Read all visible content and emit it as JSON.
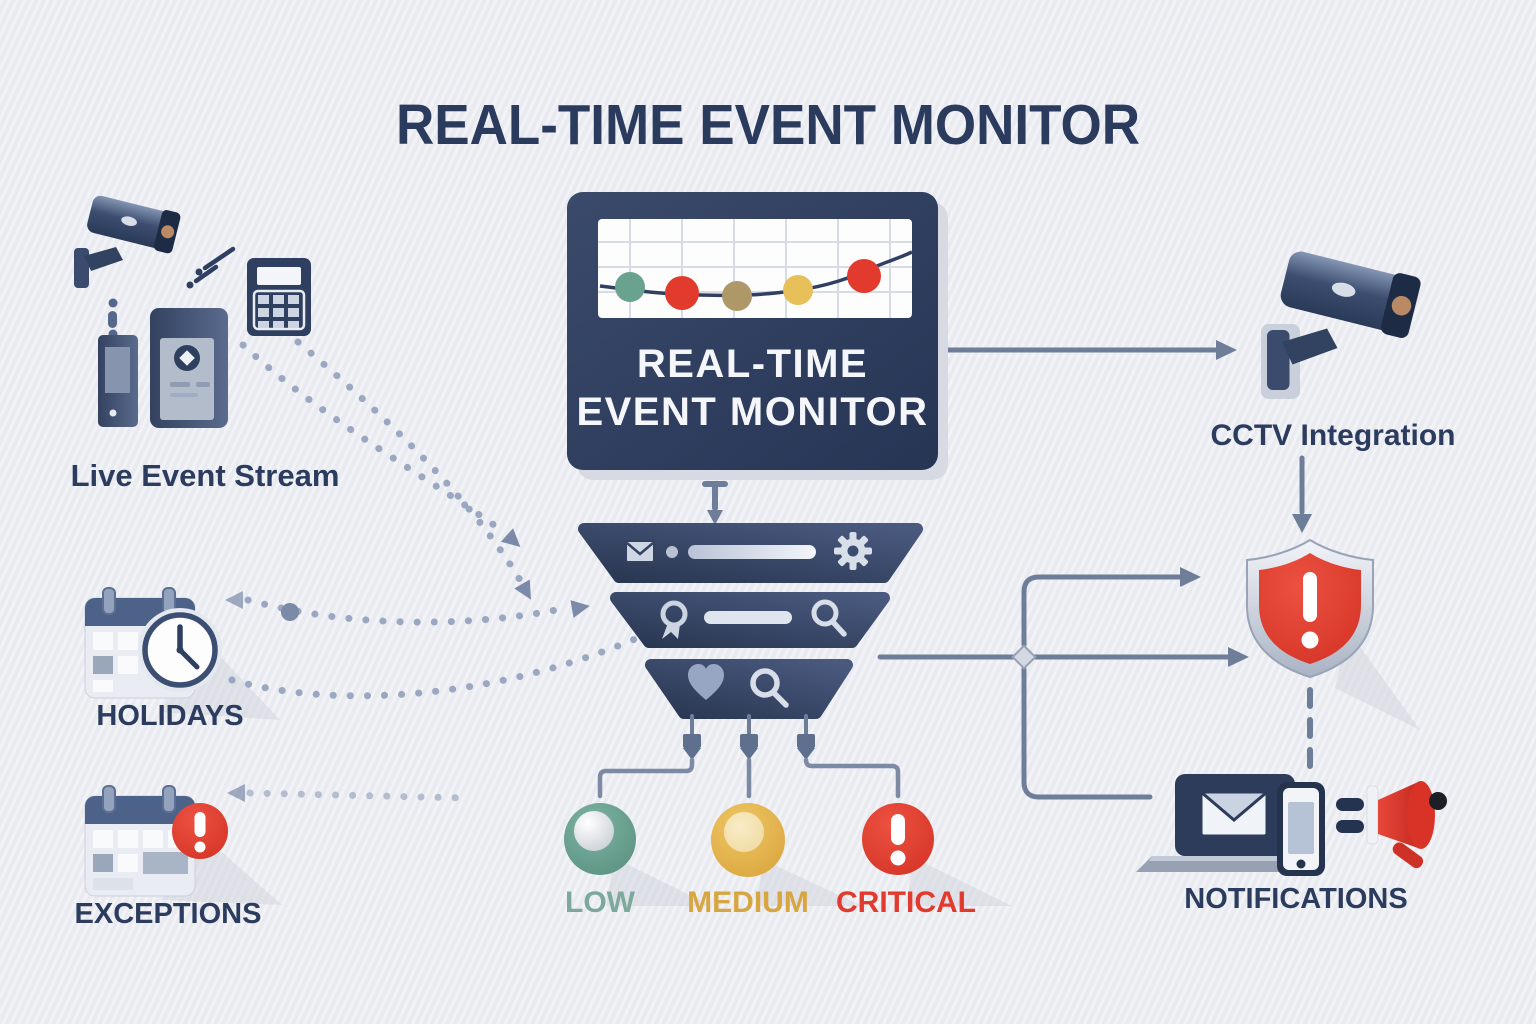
{
  "title": "REAL-TIME EVENT MONITOR",
  "sources": {
    "live_event_stream": {
      "label": "Live Event Stream",
      "icons": [
        "cctv-camera-icon",
        "signal-icon",
        "keypad-icon",
        "card-reader-small-icon",
        "card-reader-large-icon"
      ]
    },
    "holidays": {
      "label": "HOLIDAYS",
      "icons": [
        "calendar-icon",
        "clock-icon"
      ]
    },
    "exceptions": {
      "label": "EXCEPTIONS",
      "icons": [
        "calendar-icon",
        "alert-badge-icon"
      ]
    }
  },
  "monitor": {
    "screen_title_line1": "REAL-TIME",
    "screen_title_line2": "EVENT MONITOR",
    "icons": [
      "monitor-panel",
      "sparkline-chart",
      "down-arrow-connector"
    ]
  },
  "funnel": {
    "tiers": [
      {
        "icons": [
          "envelope-icon",
          "dot-icon",
          "progress-bar",
          "gear-icon"
        ]
      },
      {
        "icons": [
          "badge-search-icon",
          "progress-bar",
          "magnifier-icon"
        ]
      },
      {
        "icons": [
          "heart-icon",
          "magnifier-icon"
        ]
      }
    ]
  },
  "severity_levels": [
    {
      "label": "LOW",
      "color": "#6FA795",
      "text_color": "#7CA99B"
    },
    {
      "label": "MEDIUM",
      "color": "#E3B64F",
      "text_color": "#D8A640"
    },
    {
      "label": "CRITICAL",
      "color": "#E23B2E",
      "text_color": "#E23B2E"
    }
  ],
  "outputs": {
    "cctv_integration": {
      "label": "CCTV Integration",
      "icons": [
        "cctv-camera-icon"
      ]
    },
    "alert_shield": {
      "icons": [
        "shield-alert-icon"
      ]
    },
    "notifications": {
      "label": "NOTIFICATIONS",
      "icons": [
        "laptop-email-icon",
        "smartphone-icon",
        "megaphone-icon"
      ]
    }
  },
  "chart_data": {
    "type": "line",
    "title": "Event activity sparkline on monitor screen",
    "x": [
      1,
      2,
      3,
      4,
      5
    ],
    "values": [
      32,
      26,
      23,
      28,
      42
    ],
    "point_colors": [
      "#69A390",
      "#E23B2E",
      "#AE9868",
      "#E8C05A",
      "#E23B2E"
    ],
    "point_severities": [
      "low",
      "critical",
      "medium",
      "medium",
      "critical"
    ],
    "line_color": "#2F4063",
    "grid": true,
    "legend": false,
    "axis_labels_visible": false
  },
  "colors": {
    "background": "#EDEEF3",
    "navy": "#2C3C5C",
    "panel_navy": "#2E3D5C",
    "slate_arrows": "#6E7E99",
    "dotted_lines": "#8D9CB8",
    "red": "#E23B2E",
    "gold": "#E3B64F",
    "teal": "#6FA795",
    "silver": "#CDD3DE"
  }
}
